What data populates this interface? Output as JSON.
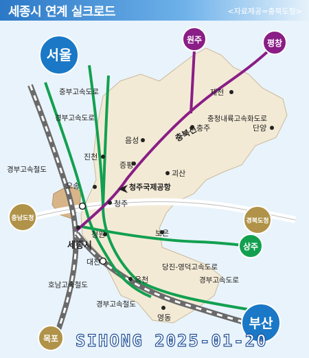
{
  "header": {
    "title": "세종시 연계 실크로드",
    "source": "<자료제공=충북도청>"
  },
  "colors": {
    "railway": "#6a6a6a",
    "expressway": "#12a050",
    "chungbuk_line": "#8a1d86",
    "mountain_road": "#f5f5f5",
    "province_fill": "#f3ead6",
    "sejong_fill": "#d7b588",
    "city_bubble": "#1a78c6",
    "province_bubble": "#b09348",
    "sangju_bubble": "#12a050",
    "gangwon_bubble": "#8a1d86"
  },
  "bubbles": {
    "seoul": "서울",
    "wonju": "원주",
    "pyeongchang": "평창",
    "busan": "부산",
    "sangju": "상주",
    "chungnam": "충남도청",
    "gyeongbuk": "경북도청",
    "mokpo": "목포"
  },
  "routes": {
    "jungbu_express": "중부고속도로",
    "gyeongbu_express": "경부고속도로",
    "gyeongbu_rail_top": "경부고속철도",
    "chungbuk_line": "충북선",
    "jungbu_naeryuk": "충청내륙고속화도로",
    "dangjin_yeongdeok": "당진-영덕고속도로",
    "honam_rail": "호남고속철도",
    "gyeongbu_rail_bottom": "경부고속철도",
    "gyeongbu_express_bottom": "경부고속도로"
  },
  "places": {
    "jecheon": "제천",
    "chungju": "충주",
    "danyang": "단양",
    "eumseong": "음성",
    "jincheon": "진천",
    "jeungpyeong": "증평",
    "goesan": "괴산",
    "oson": "오송",
    "cheongju_airport": "청주국제공항",
    "cheongju": "청주",
    "sejong": "세종시",
    "cheongwon": "청원",
    "boeun": "보은",
    "daejeon": "대전",
    "okcheon": "옥천",
    "yeongdong": "영동"
  },
  "watermark": "SIHONG 2025-01-20"
}
